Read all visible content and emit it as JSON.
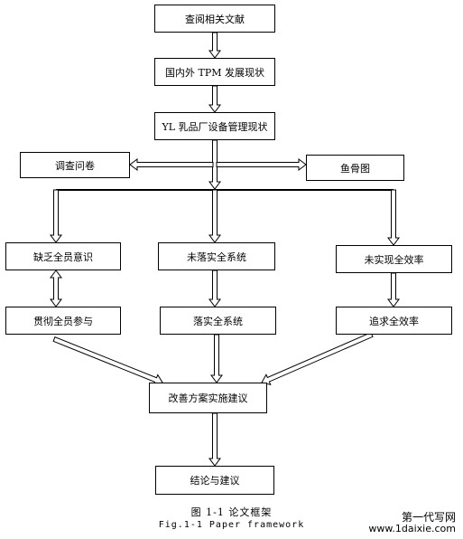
{
  "boxes": {
    "lit_review": "查阅相关文献",
    "tpm_status": "国内外 TPM 发展现状",
    "yl_status": "YL 乳品厂设备管理现状",
    "questionnaire": "调查问卷",
    "fishbone": "鱼骨图",
    "lack_awareness": "缺乏全员意识",
    "no_system": "未落实全系统",
    "no_efficiency": "未实现全效率",
    "full_participation": "贯彻全员参与",
    "implement_system": "落实全系统",
    "pursue_efficiency": "追求全效率",
    "improvement_plan": "改善方案实施建议",
    "conclusion": "结论与建议"
  },
  "caption": {
    "zh": "图 1-1 论文框架",
    "en": "Fig.1-1 Paper framework"
  },
  "watermark": {
    "name": "第一代写网",
    "url": "www.1daixie.com"
  }
}
